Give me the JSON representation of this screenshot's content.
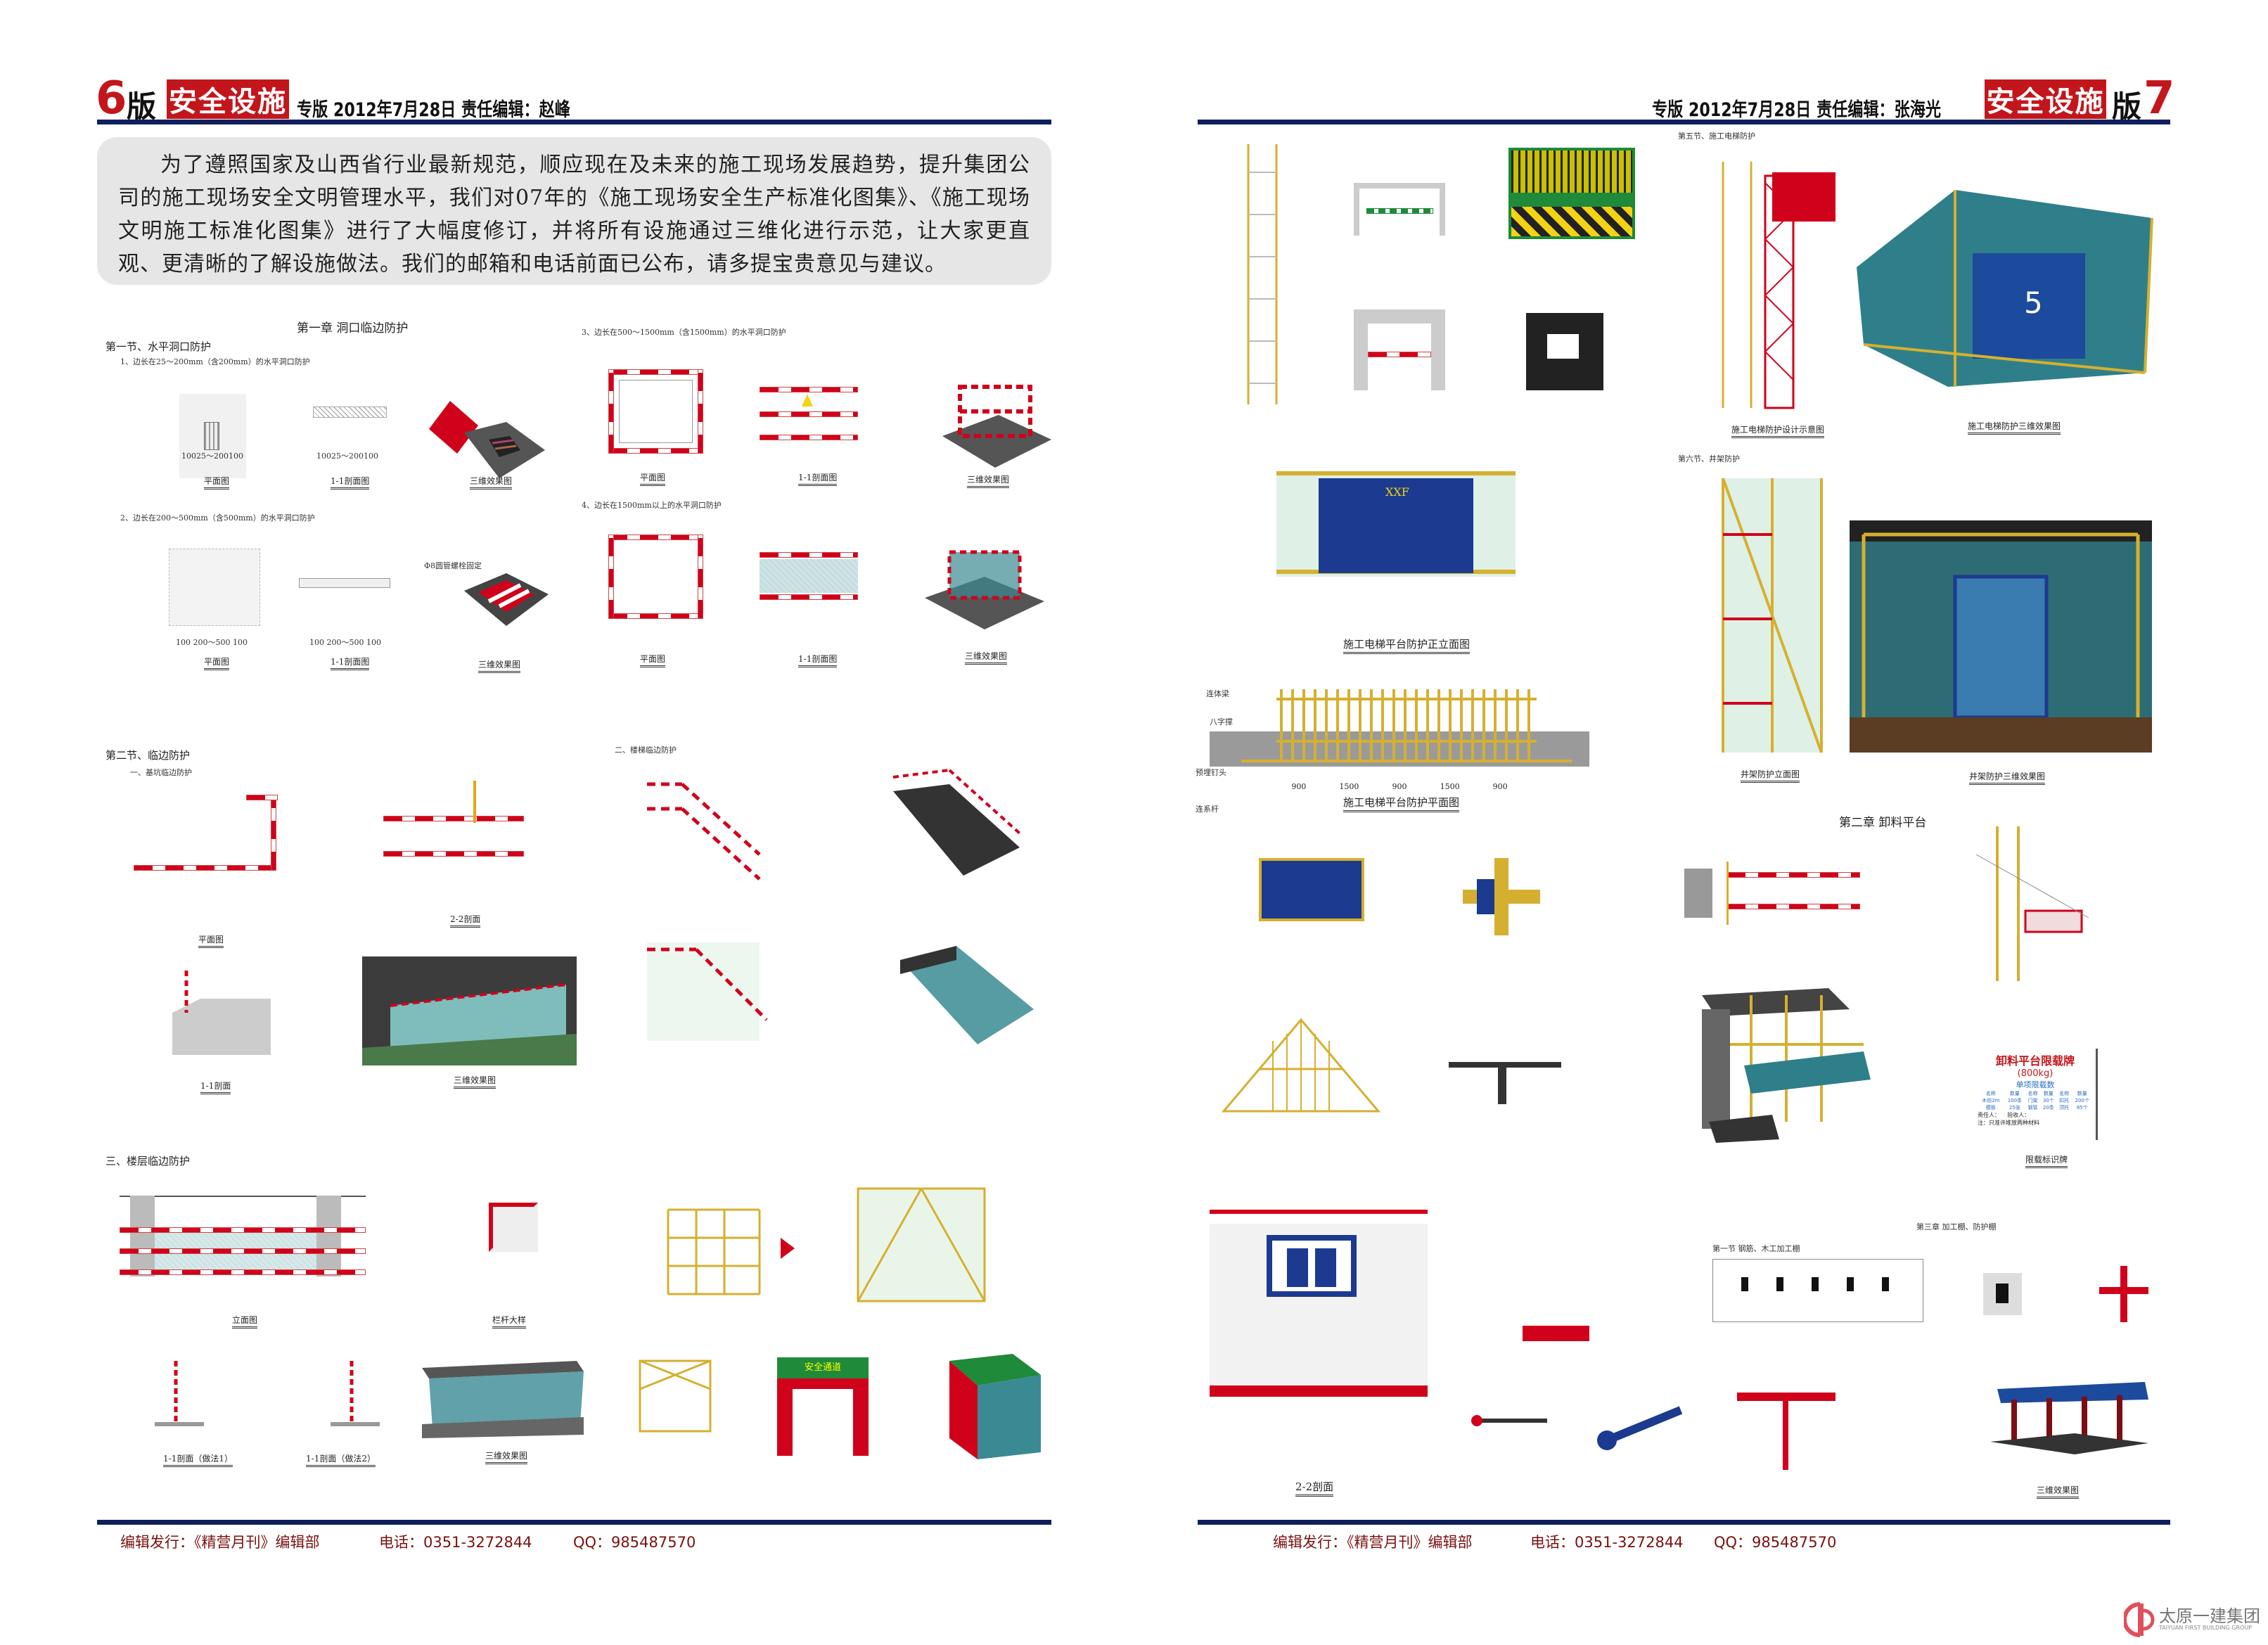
{
  "left_page": {
    "page_number": "6",
    "page_suffix": "版",
    "section_banner": "安全设施",
    "header_info": "专版  2012年7月28日  责任编辑：赵峰",
    "intro": "为了遵照国家及山西省行业最新规范，顺应现在及未来的施工现场发展趋势，提升集团公司的施工现场安全文明管理水平，我们对07年的《施工现场安全生产标准化图集》、《施工现场文明施工标准化图集》进行了大幅度修订，并将所有设施通过三维化进行示范，让大家更直观、更清晰的了解设施做法。我们的邮箱和电话前面已公布，请多提宝贵意见与建议。",
    "chapter1": "第一章  洞口临边防护",
    "sec1": "第一节、水平洞口防护",
    "sub1": "1、边长在25～200mm（含200mm）的水平洞口防护",
    "sub2": "2、边长在200～500mm（含500mm）的水平洞口防护",
    "sub3": "3、边长在500～1500mm（含1500mm）的水平洞口防护",
    "sub4": "4、边长在1500mm以上的水平洞口防护",
    "dim1": "10025～200100",
    "dim2": "100 200～500 100",
    "bolt_note": "Φ8圆管螺栓固定",
    "sec2": "第二节、临边防护",
    "sec2_sub1": "一、基坑临边防护",
    "sec2_sub2": "二、楼梯临边防护",
    "sec3": "三、楼层临边防护",
    "captions": {
      "plan": "平面图",
      "section11": "1-1剖面图",
      "view3d": "三维效果图",
      "section22": "2-2剖面",
      "section11b": "1-1剖面",
      "elevation": "立面图",
      "rail_detail": "栏杆大样",
      "method1": "1-1剖面（做法1）",
      "method2": "1-1剖面（做法2）"
    },
    "gate_label": "安全通道",
    "footer": {
      "publisher": "编辑发行：《精营月刊》编辑部",
      "phone": "电话：0351-3272844",
      "qq": "QQ：985487570"
    }
  },
  "right_page": {
    "page_number": "7",
    "page_suffix": "版",
    "section_banner": "安全设施",
    "header_info": "专版  2012年7月28日  责任编辑：张海光",
    "sec5": "第五节、施工电梯防护",
    "elevator_front": "施工电梯平台防护正立面图",
    "elevator_plan": "施工电梯平台防护平面图",
    "elevator_design": "施工电梯防护设计示意图",
    "elevator_3d": "施工电梯防护三维效果图",
    "sec6": "第六节、井架防护",
    "hoist_plan": "井架防护立面图",
    "hoist_3d": "井架防护三维效果图",
    "plan_labels": [
      "连体梁",
      "八字撑",
      "预埋钉头",
      "连系杆"
    ],
    "plan_dims": [
      "900",
      "1500",
      "900",
      "1500",
      "900"
    ],
    "door_number": "5",
    "chapter2": "第二章  卸料平台",
    "chapter3": "第三章  加工棚、防护棚",
    "chapter3_sec1": "第一节  钢筋、木工加工棚",
    "load_sign": {
      "title": "卸料平台限载牌",
      "capacity": "(800kg)",
      "subtitle": "单项限载数",
      "table": [
        [
          "名称",
          "数量",
          "名称",
          "数量",
          "名称",
          "数量"
        ],
        [
          "木枋2m",
          "100条",
          "门架",
          "30个",
          "扣托",
          "200个"
        ],
        [
          "模板",
          "25张",
          "钢管",
          "20条",
          "顶托",
          "85个"
        ]
      ],
      "responsible": "责任人：",
      "inspector": "验收人：",
      "note": "注：只准许堆放两种材料"
    },
    "load_sign_caption": "限载标识牌",
    "section22": "2-2剖面",
    "view3d": "三维效果图",
    "footer": {
      "publisher": "编辑发行：《精营月刊》编辑部",
      "phone": "电话：0351-3272844",
      "qq": "QQ：985487570"
    }
  },
  "logo": {
    "name_cn": "太原一建集团",
    "name_en": "TAIYUAN FIRST BUILDING GROUP"
  },
  "colors": {
    "accent_red": "#c3161c",
    "rule_blue": "#0f1f5c",
    "footer_text": "#7a1010"
  }
}
